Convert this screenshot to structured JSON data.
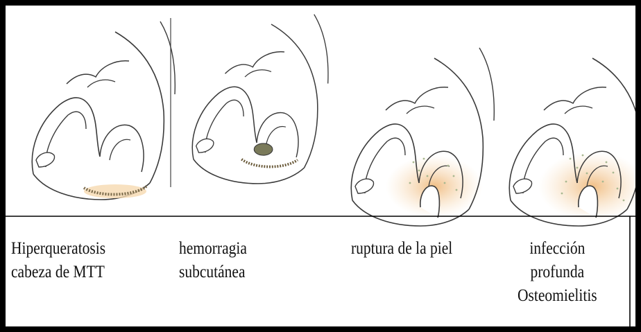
{
  "colors": {
    "frame": "#000000",
    "outline": "#3a3a3a",
    "callus": "#8a7a5a",
    "blood": "#6a6a4a",
    "tissue": "#f3c48e",
    "infection_dots": "#a8b890"
  },
  "panels": [
    {
      "id": "stage1",
      "caption_lines": [
        "Hiperqueratosis",
        "cabeza de  MTT"
      ]
    },
    {
      "id": "stage2",
      "caption_lines": [
        "hemorragia",
        "subcutánea"
      ]
    },
    {
      "id": "stage3",
      "caption_lines": [
        "ruptura de la piel"
      ]
    },
    {
      "id": "stage4",
      "caption_lines": [
        "infección",
        "profunda",
        "Osteomielitis"
      ]
    }
  ]
}
